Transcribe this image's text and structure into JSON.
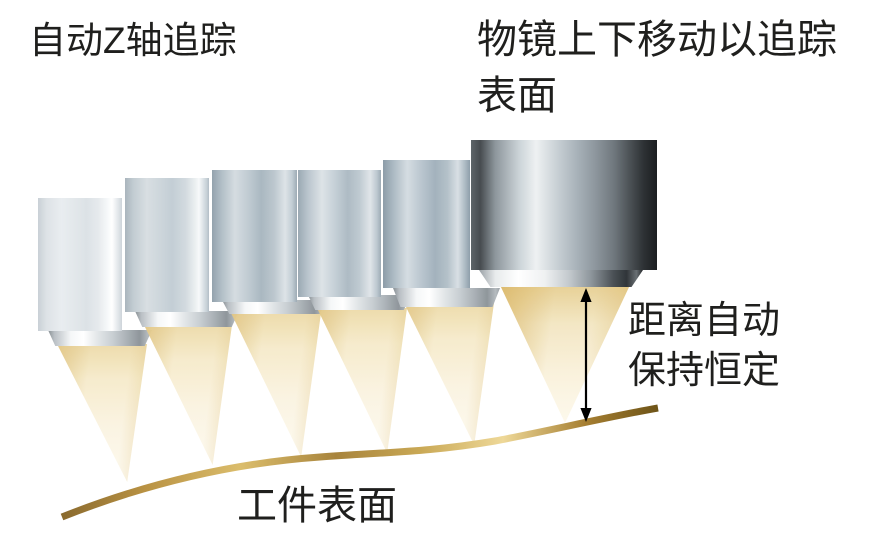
{
  "labels": {
    "title": "自动Z轴追踪",
    "objective_note": {
      "line1": "物镜上下移动以追踪",
      "line2": "表面"
    },
    "distance_note": {
      "line1": "距离自动",
      "line2": "保持恒定"
    },
    "surface": "工件表面"
  },
  "diagram": {
    "objective_positions_shown": 6,
    "colors": {
      "text": "#1f1f1d",
      "arrow": "#000000",
      "beam_edge": "#e7cf92",
      "beam_center": "#fdf9ec",
      "metal_highlight": "#eef1f2",
      "metal_dark": "#1b1e20",
      "surface_gold_dark": "#8a6a2e",
      "surface_gold_mid": "#c9a855",
      "surface_gold_bright": "#ecd898"
    }
  }
}
